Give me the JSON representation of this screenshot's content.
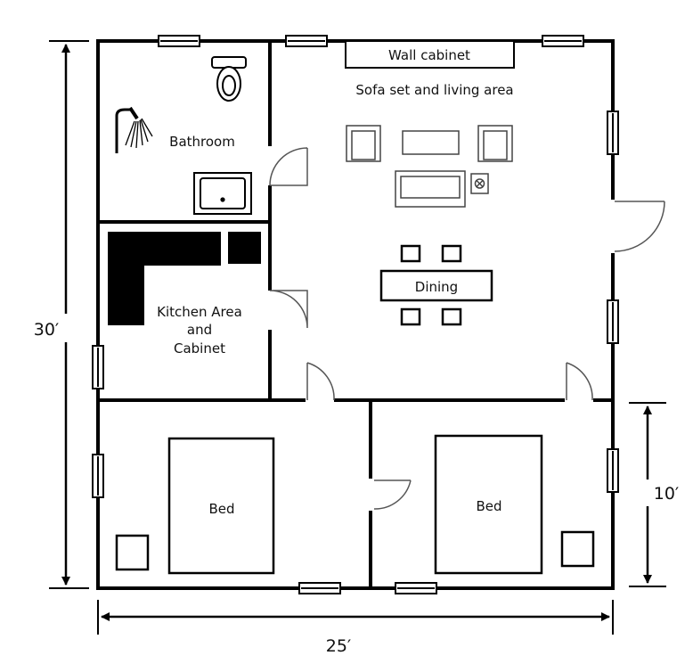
{
  "labels": {
    "wall_cabinet": "Wall cabinet",
    "living_area": "Sofa set and living area",
    "bathroom": "Bathroom",
    "kitchen_line1": "Kitchen Area",
    "kitchen_line2": "and",
    "kitchen_line3": "Cabinet",
    "dining": "Dining",
    "bed_left": "Bed",
    "bed_right": "Bed"
  },
  "dimensions": {
    "height": "30′",
    "width": "25′",
    "bedroom_depth": "10′"
  }
}
